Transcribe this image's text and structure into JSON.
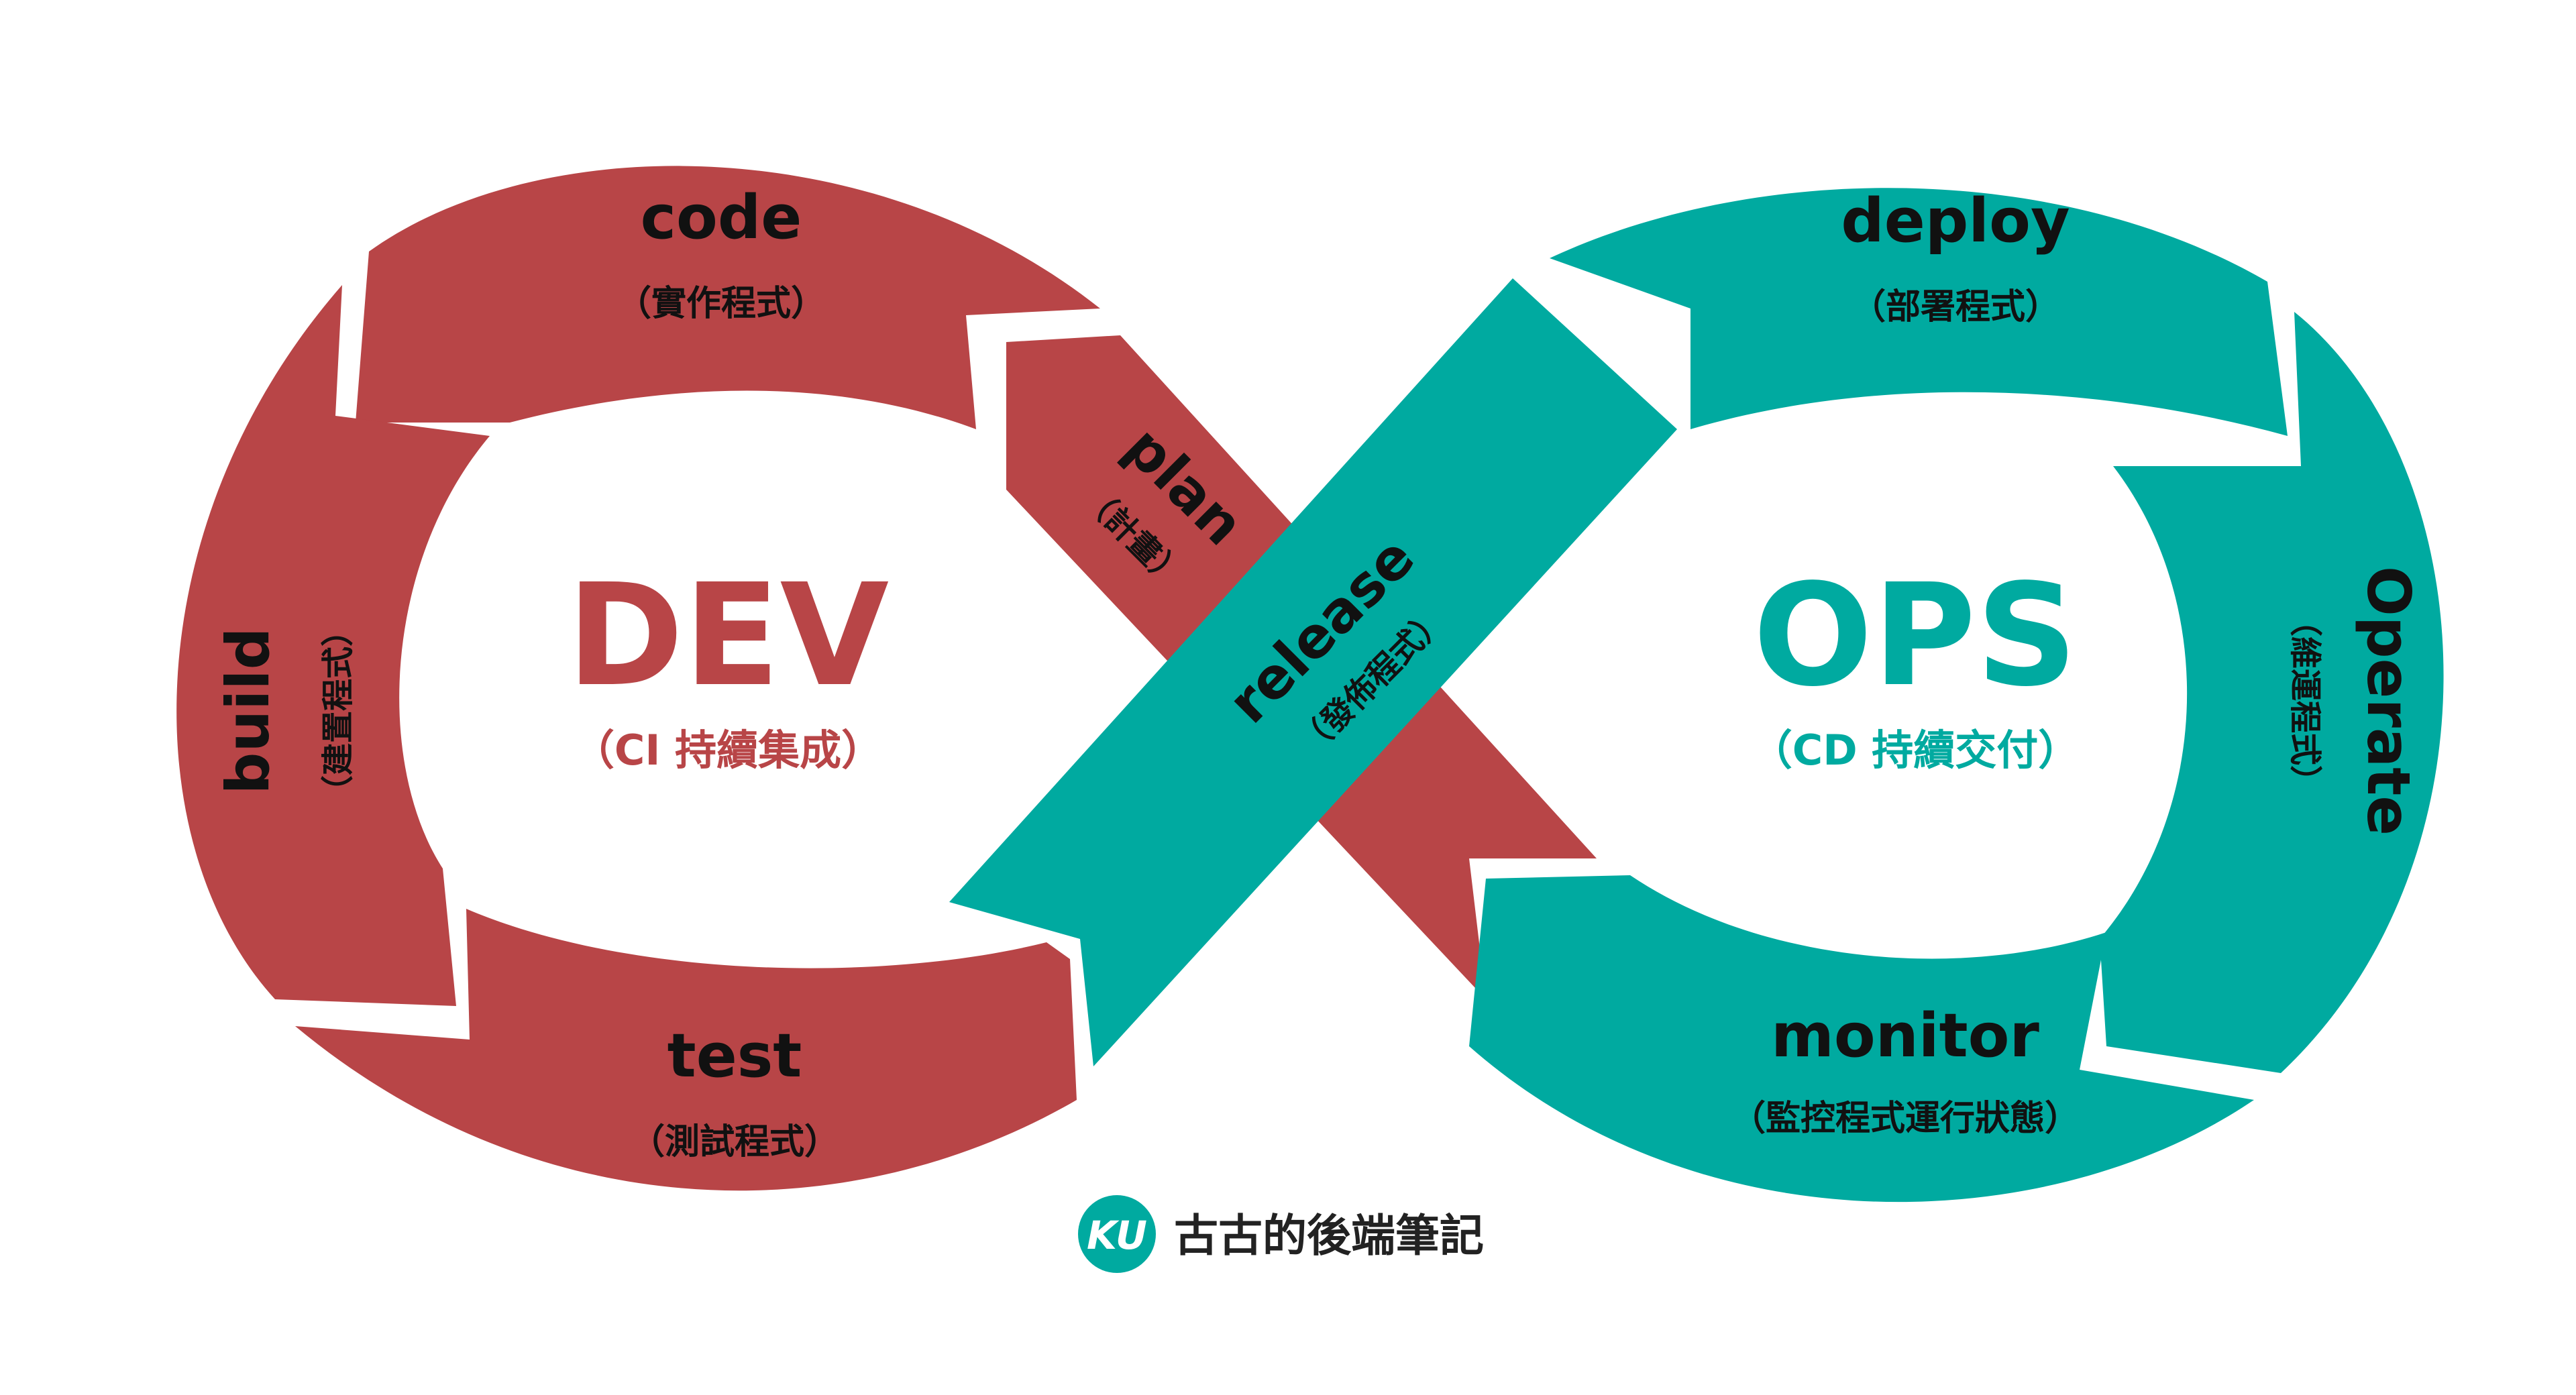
{
  "colors": {
    "dev": "#b84547",
    "ops": "#00aaa0",
    "text": "#111111",
    "background": "#ffffff"
  },
  "dev": {
    "title": "DEV",
    "subtitle": "（CI 持續集成）",
    "stages": {
      "code": {
        "label": "code",
        "sub": "（實作程式）"
      },
      "build": {
        "label": "build",
        "sub": "（建置程式）"
      },
      "test": {
        "label": "test",
        "sub": "（測試程式）"
      },
      "plan": {
        "label": "plan",
        "sub": "（計畫）"
      }
    }
  },
  "ops": {
    "title": "OPS",
    "subtitle": "（CD 持續交付）",
    "stages": {
      "release": {
        "label": "release",
        "sub": "（發佈程式）"
      },
      "deploy": {
        "label": "deploy",
        "sub": "（部署程式）"
      },
      "operate": {
        "label": "Operate",
        "sub": "（維運程式）"
      },
      "monitor": {
        "label": "monitor",
        "sub": "（監控程式運行狀態）"
      }
    }
  },
  "brand": {
    "logo_text": "KU",
    "name": "古古的後端筆記"
  }
}
